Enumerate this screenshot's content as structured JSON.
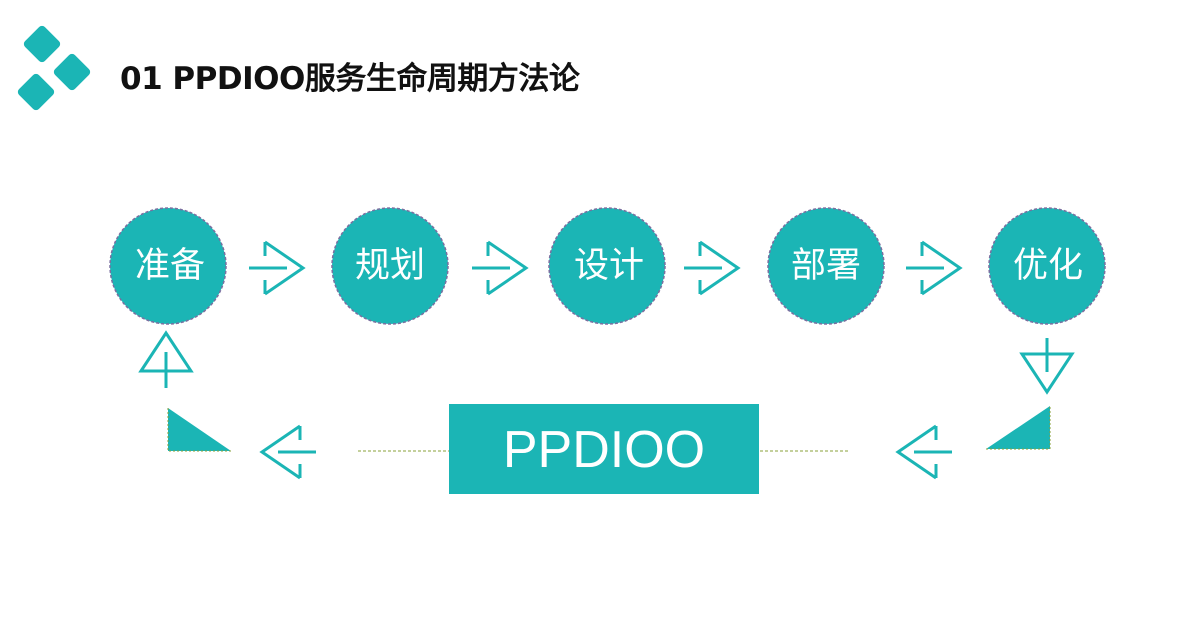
{
  "title": "01 PPDIOO服务生命周期方法论",
  "center_label": "PPDIOO",
  "stages": [
    {
      "label": "准备"
    },
    {
      "label": "规划"
    },
    {
      "label": "设计"
    },
    {
      "label": "部署"
    },
    {
      "label": "优化"
    }
  ],
  "colors": {
    "accent": "#1bb5b5",
    "circle_border": "#7a6fa0",
    "dotted_line": "#8aa03a",
    "title": "#111111"
  },
  "icons": [
    "logo-diamonds-icon",
    "arrow-right-icon",
    "arrow-down-icon",
    "arrow-left-icon",
    "arrow-up-icon",
    "corner-triangle-icon"
  ]
}
